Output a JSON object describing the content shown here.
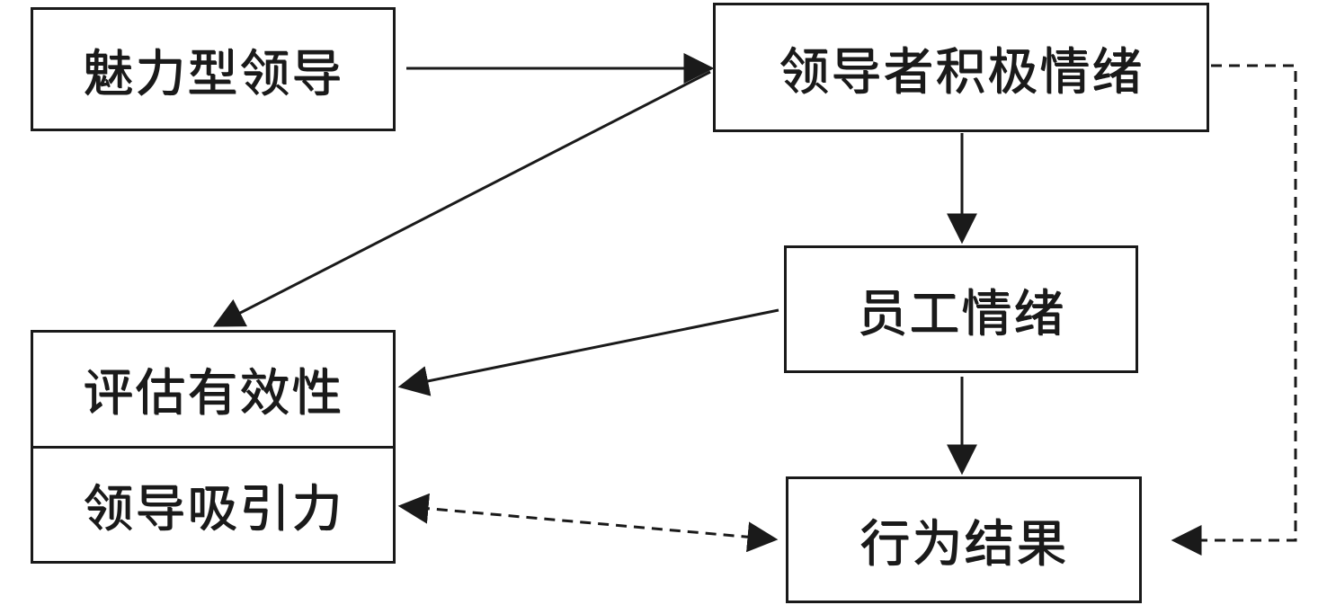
{
  "nodes": {
    "charismatic_leadership": "魅力型领导",
    "leader_positive_emotion": "领导者积极情绪",
    "employee_emotion": "员工情绪",
    "behavioral_outcome": "行为结果",
    "evaluated_effectiveness": "评估有效性",
    "leader_attractiveness": "领导吸引力"
  },
  "edges": [
    {
      "from": "charismatic_leadership",
      "to": "leader_positive_emotion",
      "style": "solid"
    },
    {
      "from": "leader_positive_emotion",
      "to": "employee_emotion",
      "style": "solid"
    },
    {
      "from": "leader_positive_emotion",
      "to": "evaluated_effectiveness",
      "style": "solid"
    },
    {
      "from": "employee_emotion",
      "to": "evaluated_effectiveness",
      "style": "solid"
    },
    {
      "from": "employee_emotion",
      "to": "behavioral_outcome",
      "style": "solid"
    },
    {
      "from": "leader_positive_emotion",
      "to": "behavioral_outcome",
      "style": "dashed"
    },
    {
      "from": "leader_attractiveness",
      "to": "behavioral_outcome",
      "style": "dashed-bidirectional"
    }
  ],
  "colors": {
    "stroke": "#1a1a1a",
    "background": "#ffffff"
  }
}
